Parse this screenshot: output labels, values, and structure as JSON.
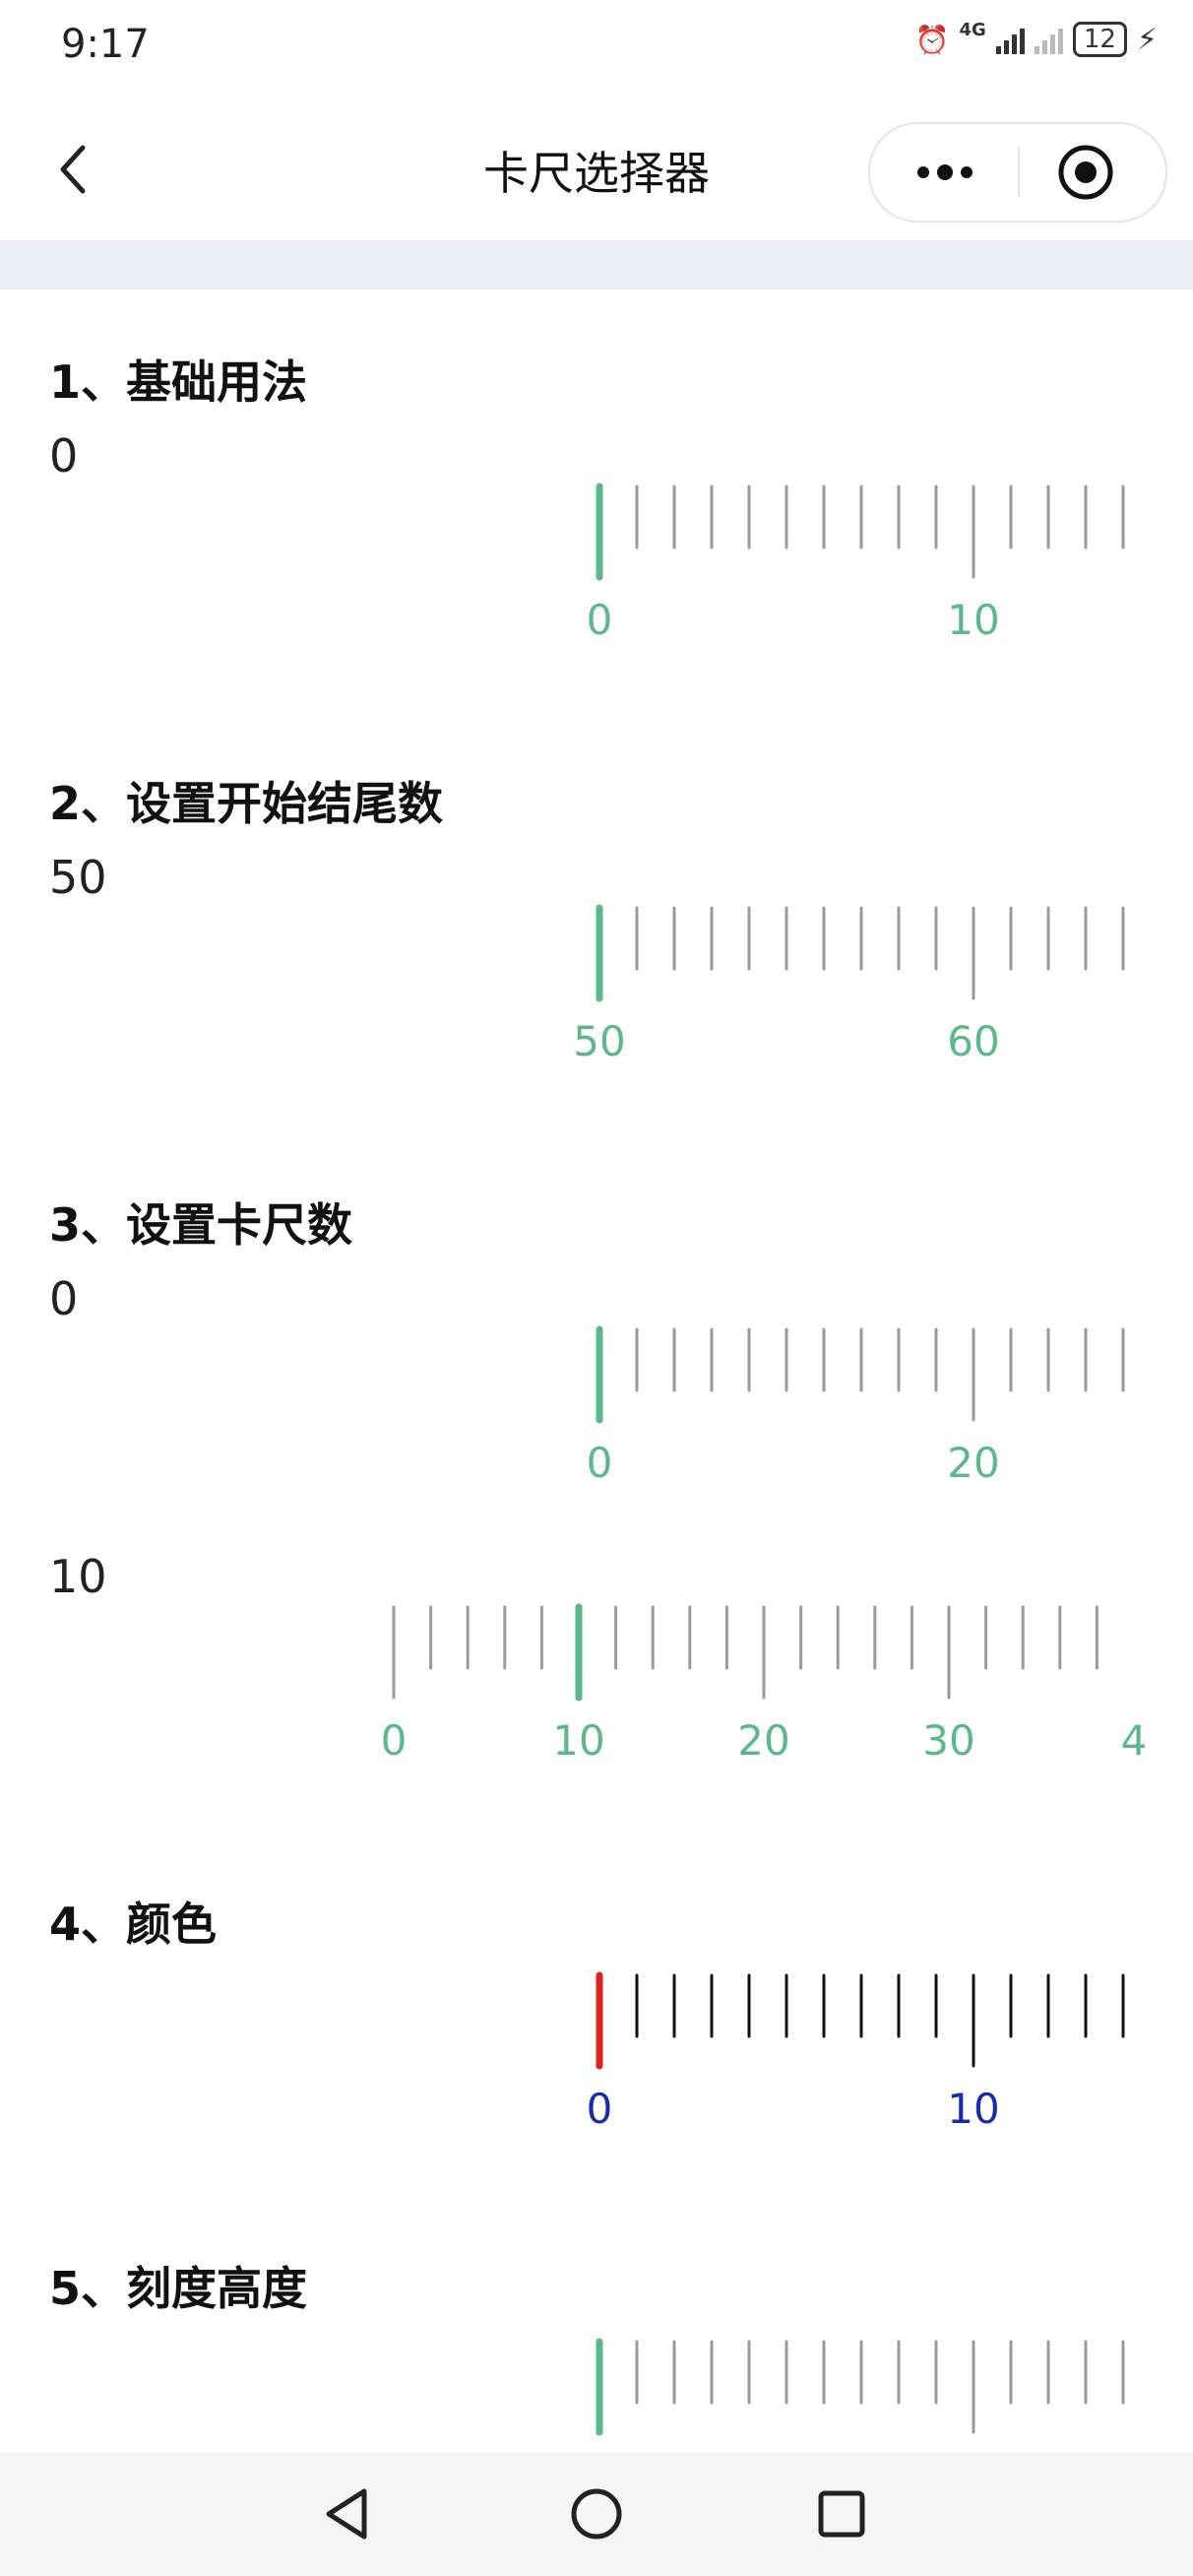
{
  "status_bar": {
    "time": "9:17",
    "network": "4G",
    "battery": "12"
  },
  "nav": {
    "title": "卡尺选择器"
  },
  "colors": {
    "accent": "#5cb88c",
    "tick_gray": "#9a9aa0",
    "red": "#dd2222",
    "blue": "#1a2ab0",
    "black": "#111111"
  },
  "sections": [
    {
      "title": "1、基础用法",
      "value": "0",
      "ruler": {
        "labels": [
          "0",
          "10"
        ]
      }
    },
    {
      "title": "2、设置开始结尾数",
      "value": "50",
      "ruler": {
        "labels": [
          "50",
          "60"
        ]
      }
    },
    {
      "title": "3、设置卡尺数",
      "value": "0",
      "ruler": {
        "labels": [
          "0",
          "20"
        ]
      },
      "value2": "10",
      "ruler2": {
        "labels": [
          "0",
          "10",
          "20",
          "30",
          "4"
        ]
      }
    },
    {
      "title": "4、颜色",
      "ruler": {
        "labels": [
          "0",
          "10"
        ]
      }
    },
    {
      "title": "5、刻度高度"
    }
  ]
}
